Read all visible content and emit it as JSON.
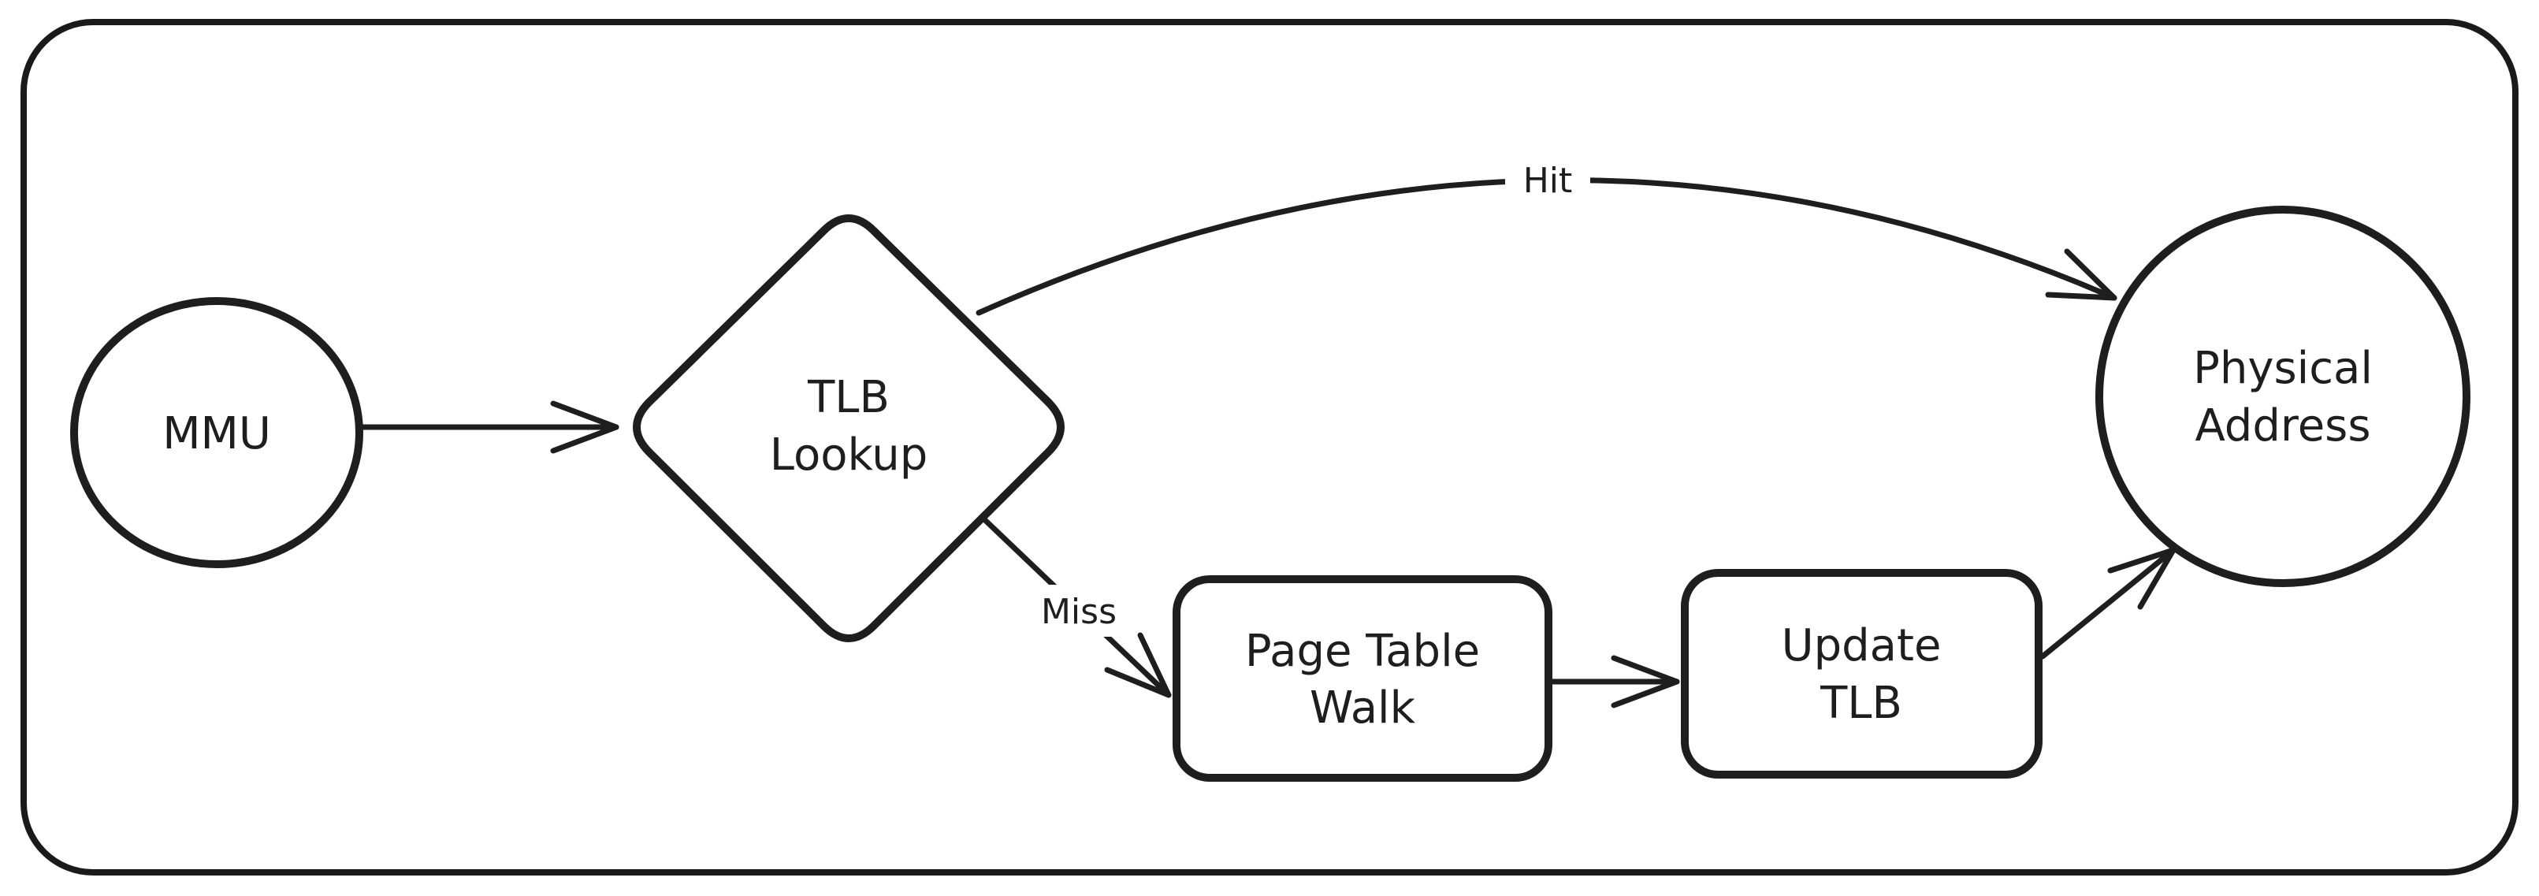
{
  "diagram": {
    "type": "flowchart",
    "style": "hand-drawn",
    "colors": {
      "background": "#ffffff",
      "stroke": "#1e1e1e",
      "frame_stroke": "#1a1a1a",
      "node_fill_pink": "#FFC9C9",
      "node_fill_blue": "#A5D8FF",
      "node_fill_green": "#B2F2BB",
      "text": "#1e1e1e"
    }
  },
  "nodes": {
    "mmu": {
      "shape": "circle",
      "label": "MMU",
      "fill": "#FFC9C9"
    },
    "tlb_lookup": {
      "shape": "diamond",
      "line1": "TLB",
      "line2": "Lookup",
      "fill": "#A5D8FF"
    },
    "page_table_walk": {
      "shape": "rectangle",
      "line1": "Page Table",
      "line2": "Walk",
      "fill": "#B2F2BB"
    },
    "update_tlb": {
      "shape": "rectangle",
      "line1": "Update",
      "line2": "TLB",
      "fill": "#B2F2BB"
    },
    "physical_address": {
      "shape": "circle",
      "line1": "Physical",
      "line2": "Address",
      "fill": "#A5D8FF"
    }
  },
  "edges": {
    "mmu_to_tlb_lookup": {
      "label": ""
    },
    "tlb_lookup_hit_to_physical_address": {
      "label": "Hit"
    },
    "tlb_lookup_miss_to_page_table_walk": {
      "label": "Miss"
    },
    "page_table_walk_to_update_tlb": {
      "label": ""
    },
    "update_tlb_to_physical_address": {
      "label": ""
    }
  }
}
